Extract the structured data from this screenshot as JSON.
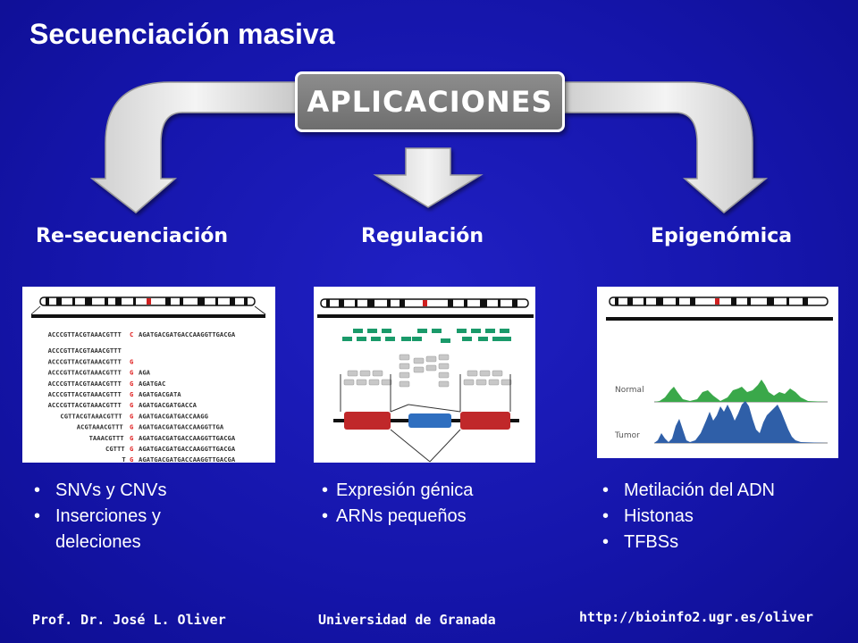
{
  "slide": {
    "title": "Secuenciación masiva",
    "center_box": "APLICACIONES"
  },
  "columns": [
    {
      "title": "Re-secuenciación",
      "bullets": [
        "SNVs y CNVs",
        "Inserciones y deleciones"
      ]
    },
    {
      "title": "Regulación",
      "bullets": [
        "Expresión génica",
        "ARNs pequeños"
      ]
    },
    {
      "title": "Epigenómica",
      "bullets": [
        "Metilación del ADN",
        "Histonas",
        "TFBSs"
      ]
    }
  ],
  "resequencing_panel": {
    "reference": {
      "left": "ACCCGTTACGTAAACGTTT",
      "mid": "C",
      "right": "AGATGACGATGACCAAGGTTGACGA"
    },
    "reads": [
      {
        "left": "ACCCGTTACGTAAACGTTT",
        "mid": "",
        "right": ""
      },
      {
        "left": "ACCCGTTACGTAAACGTTT",
        "mid": "G",
        "right": ""
      },
      {
        "left": "ACCCGTTACGTAAACGTTT",
        "mid": "G",
        "right": "AGA"
      },
      {
        "left": "ACCCGTTACGTAAACGTTT",
        "mid": "G",
        "right": "AGATGAC"
      },
      {
        "left": "ACCCGTTACGTAAACGTTT",
        "mid": "G",
        "right": "AGATGACGATA"
      },
      {
        "left": "ACCCGTTACGTAAACGTTT",
        "mid": "G",
        "right": "AGATGACGATGACCA"
      },
      {
        "left": "CGTTACGTAAACGTTT",
        "mid": "G",
        "right": "AGATGACGATGACCAAGG"
      },
      {
        "left": "ACGTAAACGTTT",
        "mid": "G",
        "right": "AGATGACGATGACCAAGGTTGA"
      },
      {
        "left": "TAAACGTTT",
        "mid": "G",
        "right": "AGATGACGATGACCAAGGTTGACGA"
      },
      {
        "left": "CGTTT",
        "mid": "G",
        "right": "AGATGACGATGACCAAGGTTGACGA"
      },
      {
        "left": "T",
        "mid": "G",
        "right": "AGATGACGATGACCAAGGTTGACGA"
      }
    ]
  },
  "epigenomics_panel": {
    "track_labels": [
      "Normal",
      "Tumor"
    ],
    "colors": {
      "normal": "#3aa84a",
      "tumor": "#2f5fa8"
    }
  },
  "footer": {
    "author": "Prof. Dr. José L. Oliver",
    "university": "Universidad de Granada",
    "url": "http://bioinfo2.ugr.es/oliver"
  },
  "colors": {
    "background": "#1616a8",
    "box": "#7a7a7a",
    "arrow": "#e4e4e4",
    "exon": "#c0282a",
    "exon_alt": "#2f6fc0",
    "read": "#1a9a6a"
  }
}
